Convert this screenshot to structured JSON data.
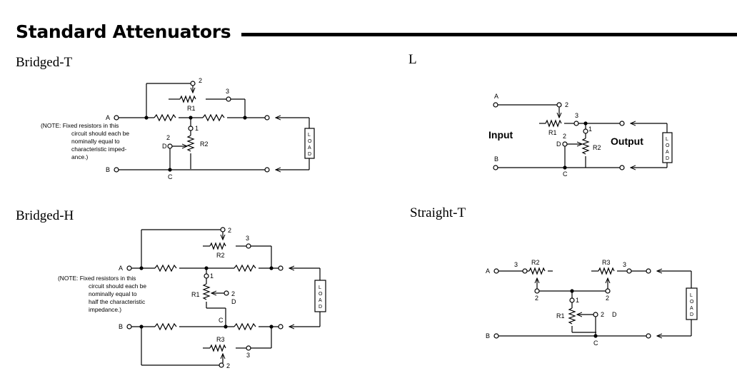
{
  "header": {
    "title": "Standard Attenuators"
  },
  "sections": {
    "bridged_t": {
      "title": "Bridged-T",
      "note": [
        "(NOTE: Fixed resistors in this",
        "circuit should each be",
        "nominally equal to",
        "characteristic imped-",
        "ance.)"
      ],
      "labels": {
        "A": "A",
        "B": "B",
        "C": "C",
        "D": "D",
        "R1": "R1",
        "R2": "R2",
        "n1": "1",
        "n2a": "2",
        "n2b": "2",
        "n3": "3"
      },
      "load": [
        "L",
        "O",
        "A",
        "D"
      ]
    },
    "l": {
      "title": "L",
      "labels": {
        "A": "A",
        "B": "B",
        "C": "C",
        "D": "D",
        "R1": "R1",
        "R2": "R2",
        "n1": "1",
        "n2a": "2",
        "n2b": "2",
        "n3": "3",
        "input": "Input",
        "output": "Output"
      },
      "load": [
        "L",
        "O",
        "A",
        "D"
      ]
    },
    "bridged_h": {
      "title": "Bridged-H",
      "note": [
        "(NOTE: Fixed resistors in this",
        "circuit should each be",
        "nominally equal to",
        "half the characteristic",
        "impedance.)"
      ],
      "labels": {
        "A": "A",
        "B": "B",
        "C": "C",
        "D": "D",
        "R1": "R1",
        "R2": "R2",
        "R3": "R3",
        "n1": "1",
        "n2a": "2",
        "n2b": "2",
        "n2c": "2",
        "n3a": "3",
        "n3b": "3"
      },
      "load": [
        "L",
        "O",
        "A",
        "D"
      ]
    },
    "straight_t": {
      "title": "Straight-T",
      "labels": {
        "A": "A",
        "B": "B",
        "C": "C",
        "D": "D",
        "R1": "R1",
        "R2": "R2",
        "R3": "R3",
        "n1": "1",
        "n2a": "2",
        "n2b": "2",
        "n2c": "2",
        "n3a": "3",
        "n3b": "3"
      },
      "load": [
        "L",
        "O",
        "A",
        "D"
      ]
    }
  }
}
